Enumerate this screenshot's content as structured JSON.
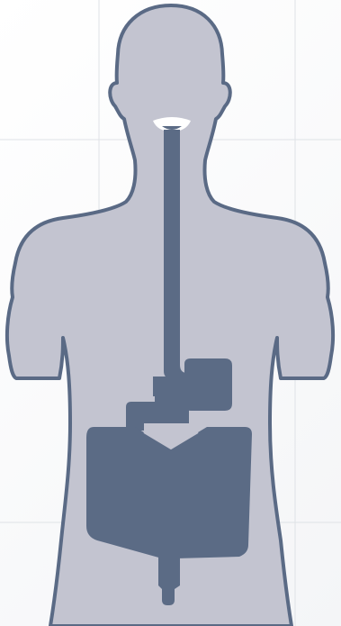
{
  "diagram": {
    "subject": "human-digestive-system",
    "colors": {
      "background": "#f6f7f9",
      "grid": "#dfe2e6",
      "body_fill": "#c3c4d0",
      "body_outline": "#5a6a85",
      "organ_fill": "#5b6b85",
      "mouth_fill": "#ffffff"
    },
    "parts": [
      "mouth",
      "esophagus",
      "stomach",
      "small-intestine",
      "large-intestine",
      "rectum"
    ]
  }
}
